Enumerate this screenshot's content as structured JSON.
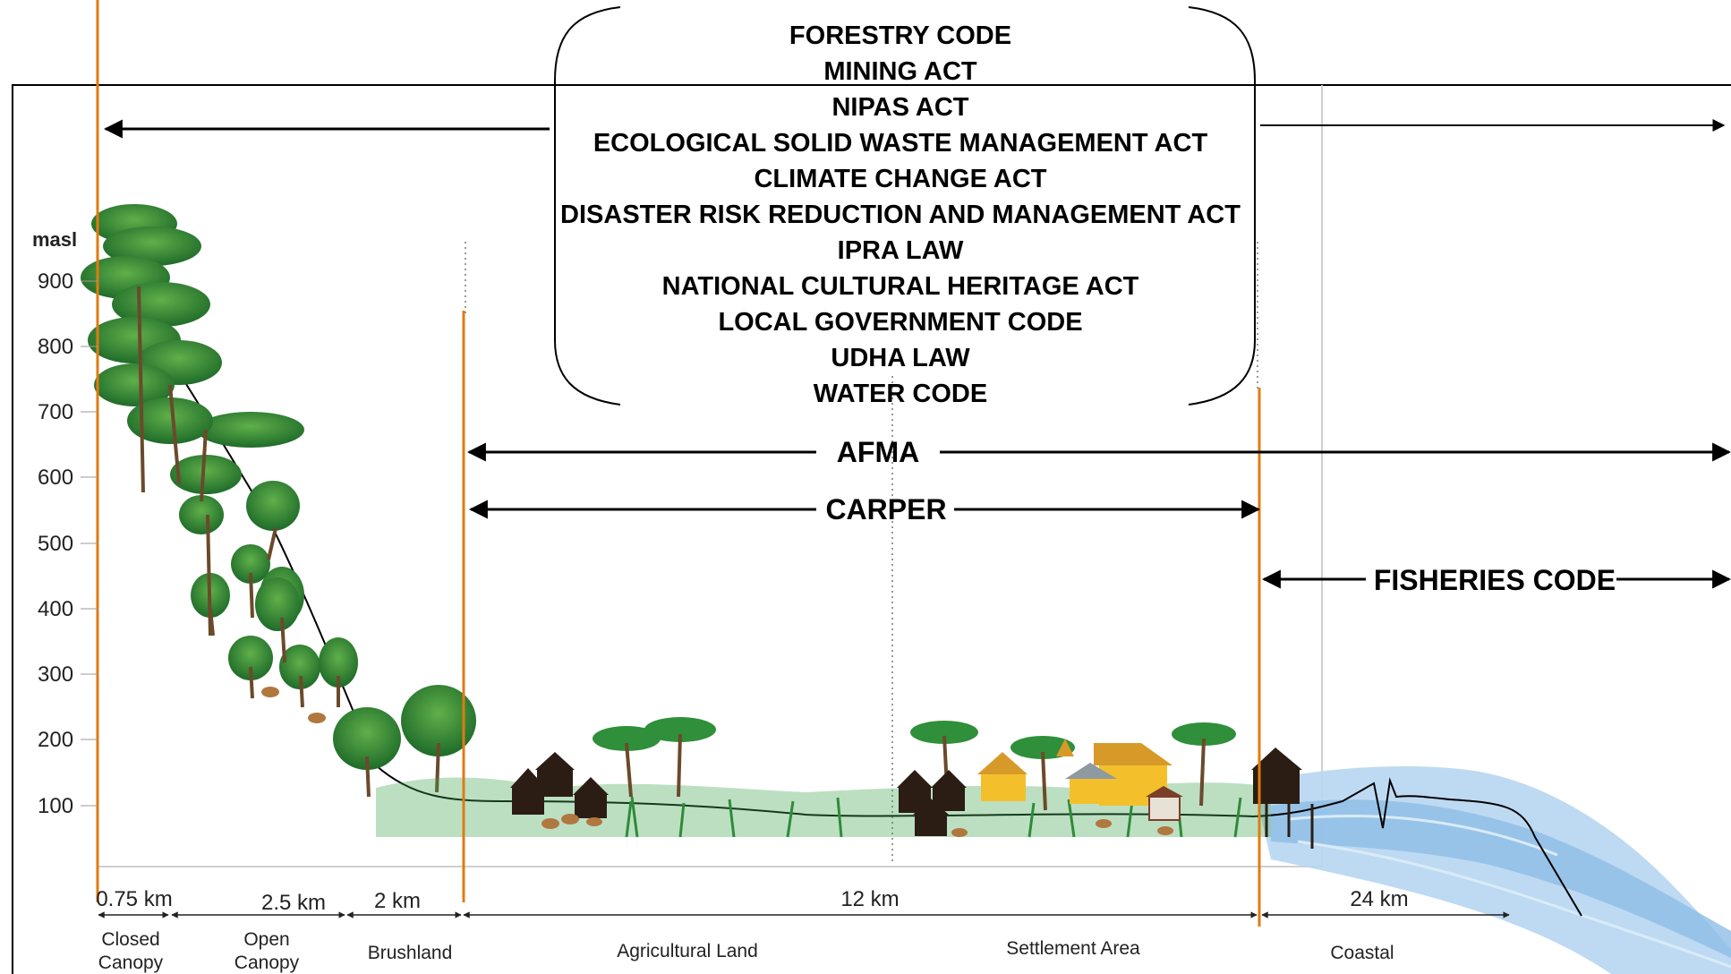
{
  "laws": [
    "FORESTRY CODE",
    "MINING ACT",
    "NIPAS ACT",
    "ECOLOGICAL SOLID WASTE MANAGEMENT ACT",
    "CLIMATE CHANGE ACT",
    "DISASTER RISK REDUCTION AND MANAGEMENT ACT",
    "IPRA LAW",
    "NATIONAL CULTURAL HERITAGE ACT",
    "LOCAL GOVERNMENT CODE",
    "UDHA LAW",
    "WATER CODE"
  ],
  "coverage": {
    "afma": "AFMA",
    "carper": "CARPER",
    "fisheries": "FISHERIES CODE"
  },
  "axis": {
    "unit": "masl",
    "ticks": [
      "900",
      "800",
      "700",
      "600",
      "500",
      "400",
      "300",
      "200",
      "100"
    ]
  },
  "distances": {
    "closed": "0.75 km",
    "open": "2.5 km",
    "brush": "2 km",
    "mid": "12 km",
    "coastal": "24 km"
  },
  "zones": {
    "closed_1": "Closed",
    "closed_2": "Canopy",
    "open_1": "Open",
    "open_2": "Canopy",
    "brushland": "Brushland",
    "agricultural": "Agricultural Land",
    "settlement": "Settlement Area",
    "coastal": "Coastal"
  },
  "colors": {
    "boundary": "#e07b12",
    "foliage": "#2e8b3a",
    "water": "#9cc7ea"
  }
}
